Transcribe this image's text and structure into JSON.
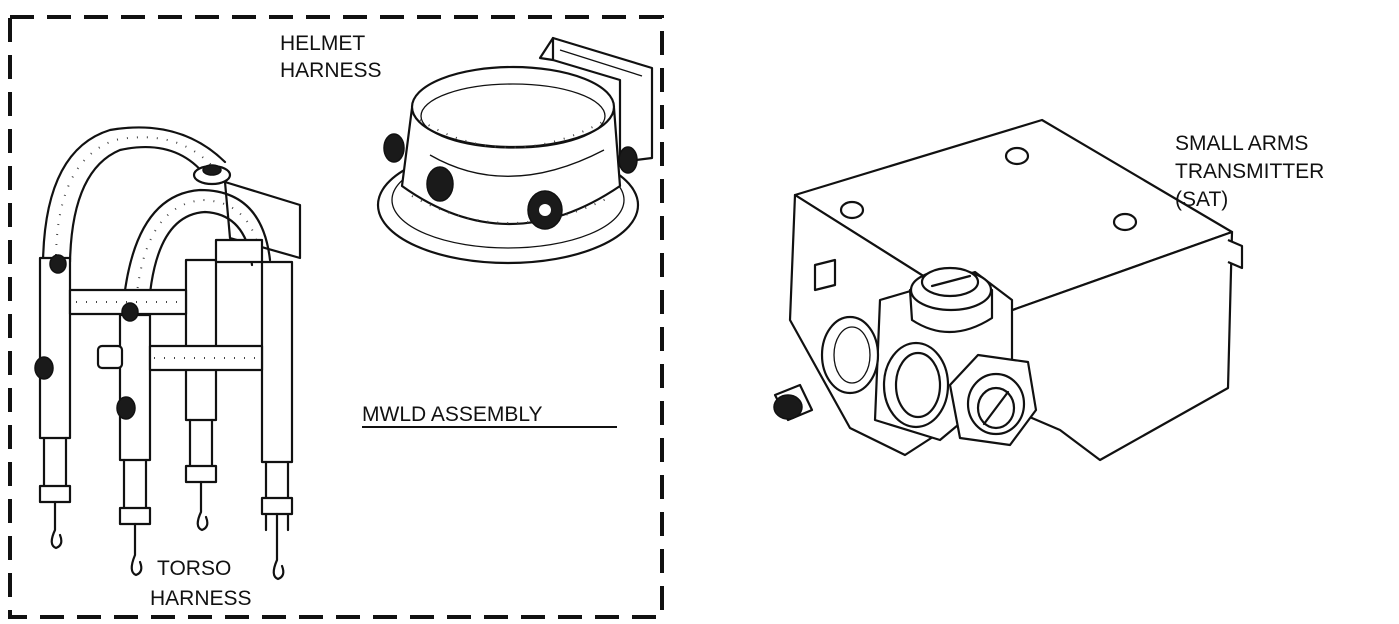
{
  "labels": {
    "helmet_harness": [
      "HELMET",
      "HARNESS"
    ],
    "torso_harness": [
      "TORSO",
      "HARNESS"
    ],
    "mwld_assembly": "MWLD ASSEMBLY",
    "small_arms_transmitter": [
      "SMALL ARMS",
      "TRANSMITTER",
      "(SAT)"
    ]
  }
}
